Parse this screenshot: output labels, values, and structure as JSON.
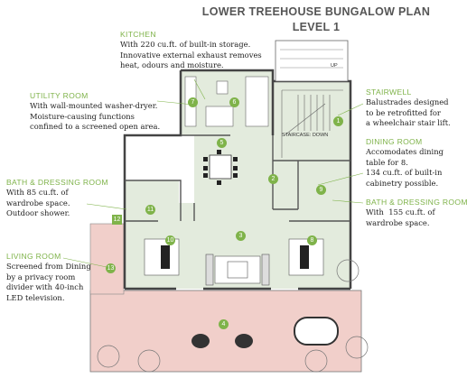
{
  "title": {
    "line1": "LOWER TREEHOUSE BUNGALOW PLAN",
    "line2": "LEVEL 1"
  },
  "callouts": {
    "kitchen": {
      "heading": "KITCHEN",
      "text": "With 220 cu.ft. of built-in storage.\nInnovative external exhaust removes\nheat, odours and moisture."
    },
    "utility": {
      "heading": "UTILITY ROOM",
      "text": "With wall-mounted washer-dryer.\nMoisture-causing functions\nconfined to a screened open area."
    },
    "stairwell": {
      "heading": "STAIRWELL",
      "text": "Balustrades designed\nto be retrofitted for\na wheelchair stair lift."
    },
    "dining": {
      "heading": "DINING ROOM",
      "text": "Accomodates dining\ntable for 8.\n134 cu.ft. of built-in\ncabinetry possible."
    },
    "bath_left": {
      "heading": "BATH & DRESSING ROOM",
      "text": "With 85 cu.ft. of\nwardrobe space.\nOutdoor shower."
    },
    "bath_right": {
      "heading": "BATH & DRESSING ROOM",
      "text": "With  155 cu.ft. of\nwardrobe space."
    },
    "living": {
      "heading": "LIVING ROOM",
      "text": "Screened from Dining\nby a privacy room\ndivider with 40-inch\nLED television."
    }
  },
  "plan_labels": {
    "staircase": "STAIRCASE: DOWN",
    "up": "UP"
  },
  "markers": [
    "1",
    "2",
    "3",
    "4",
    "5",
    "6",
    "7",
    "8",
    "9",
    "10",
    "11",
    "12",
    "13"
  ],
  "colors": {
    "accent": "#7fb34a",
    "interior": "#e3ebdd",
    "deck": "#f1cfca",
    "wall": "#444444"
  }
}
